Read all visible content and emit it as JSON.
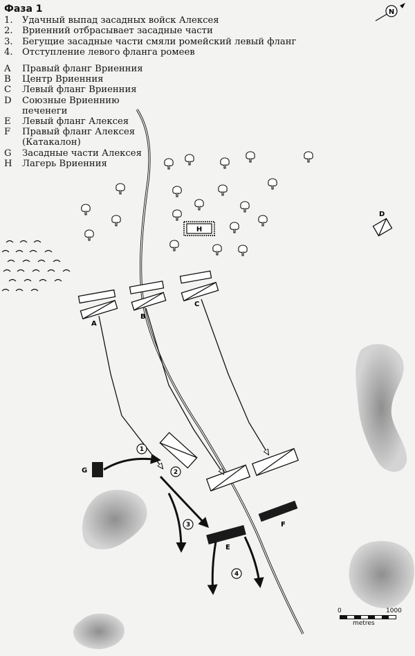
{
  "legend": {
    "title": "Фаза 1",
    "phases": [
      {
        "n": "1.",
        "text": "Удачный выпад засадных войск Алексея"
      },
      {
        "n": "2.",
        "text": "Вриенний отбрасывает засадные части"
      },
      {
        "n": "3.",
        "text": "Бегущие засадные части смяли ромейский левый фланг"
      },
      {
        "n": "4.",
        "text": "Отступление левого фланга ромеев"
      }
    ],
    "units": [
      {
        "k": "A",
        "lines": [
          "Правый фланг Вриенния"
        ]
      },
      {
        "k": "B",
        "lines": [
          "Центр Вриенния"
        ]
      },
      {
        "k": "C",
        "lines": [
          "Левый фланг Вриенния"
        ]
      },
      {
        "k": "D",
        "lines": [
          "Союзные Вриеннию",
          "печенеги"
        ]
      },
      {
        "k": "E",
        "lines": [
          "Левый фланг Алексея"
        ]
      },
      {
        "k": "F",
        "lines": [
          "Правый фланг Алексея",
          "(Катакалон)"
        ]
      },
      {
        "k": "G",
        "lines": [
          "Засадные части Алексея"
        ]
      },
      {
        "k": "H",
        "lines": [
          "Лагерь Вриенния"
        ]
      }
    ]
  },
  "map_labels": {
    "north": "N",
    "A": "A",
    "B": "B",
    "C": "C",
    "D": "D",
    "E": "E",
    "F": "F",
    "G": "G",
    "H": "H",
    "m1": "1",
    "m2": "2",
    "m3": "3",
    "m4": "4"
  },
  "scale": {
    "zero": "0",
    "max": "1000",
    "unit": "metres"
  },
  "colors": {
    "ink": "#111111",
    "paper": "#f3f3f1",
    "hill": "#c9c9c9",
    "hill_core": "#8c8c8c"
  },
  "icons": [
    "north-arrow-icon",
    "tree-icon",
    "marsh-icon",
    "camp-icon",
    "unit-block-icon",
    "arrow-icon"
  ]
}
